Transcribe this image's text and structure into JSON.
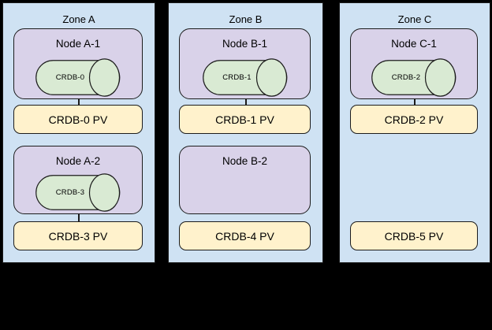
{
  "colors": {
    "canvas_bg": "#000000",
    "zone_fill": "#cfe2f3",
    "node_fill": "#d9d2e9",
    "db_fill": "#d9ead3",
    "pv_fill": "#fff2cc",
    "border": "#1c1c1c",
    "text": "#000000"
  },
  "zones": [
    {
      "label": "Zone A",
      "node1": {
        "label": "Node A-1",
        "db": "CRDB-0"
      },
      "pv1": "CRDB-0 PV",
      "node2": {
        "label": "Node A-2",
        "db": "CRDB-3"
      },
      "pv2": "CRDB-3 PV"
    },
    {
      "label": "Zone B",
      "node1": {
        "label": "Node B-1",
        "db": "CRDB-1"
      },
      "pv1": "CRDB-1 PV",
      "node2": {
        "label": "Node B-2"
      },
      "pv2": "CRDB-4 PV"
    },
    {
      "label": "Zone C",
      "node1": {
        "label": "Node C-1",
        "db": "CRDB-2"
      },
      "pv1": "CRDB-2 PV",
      "pv2": "CRDB-5 PV"
    }
  ]
}
